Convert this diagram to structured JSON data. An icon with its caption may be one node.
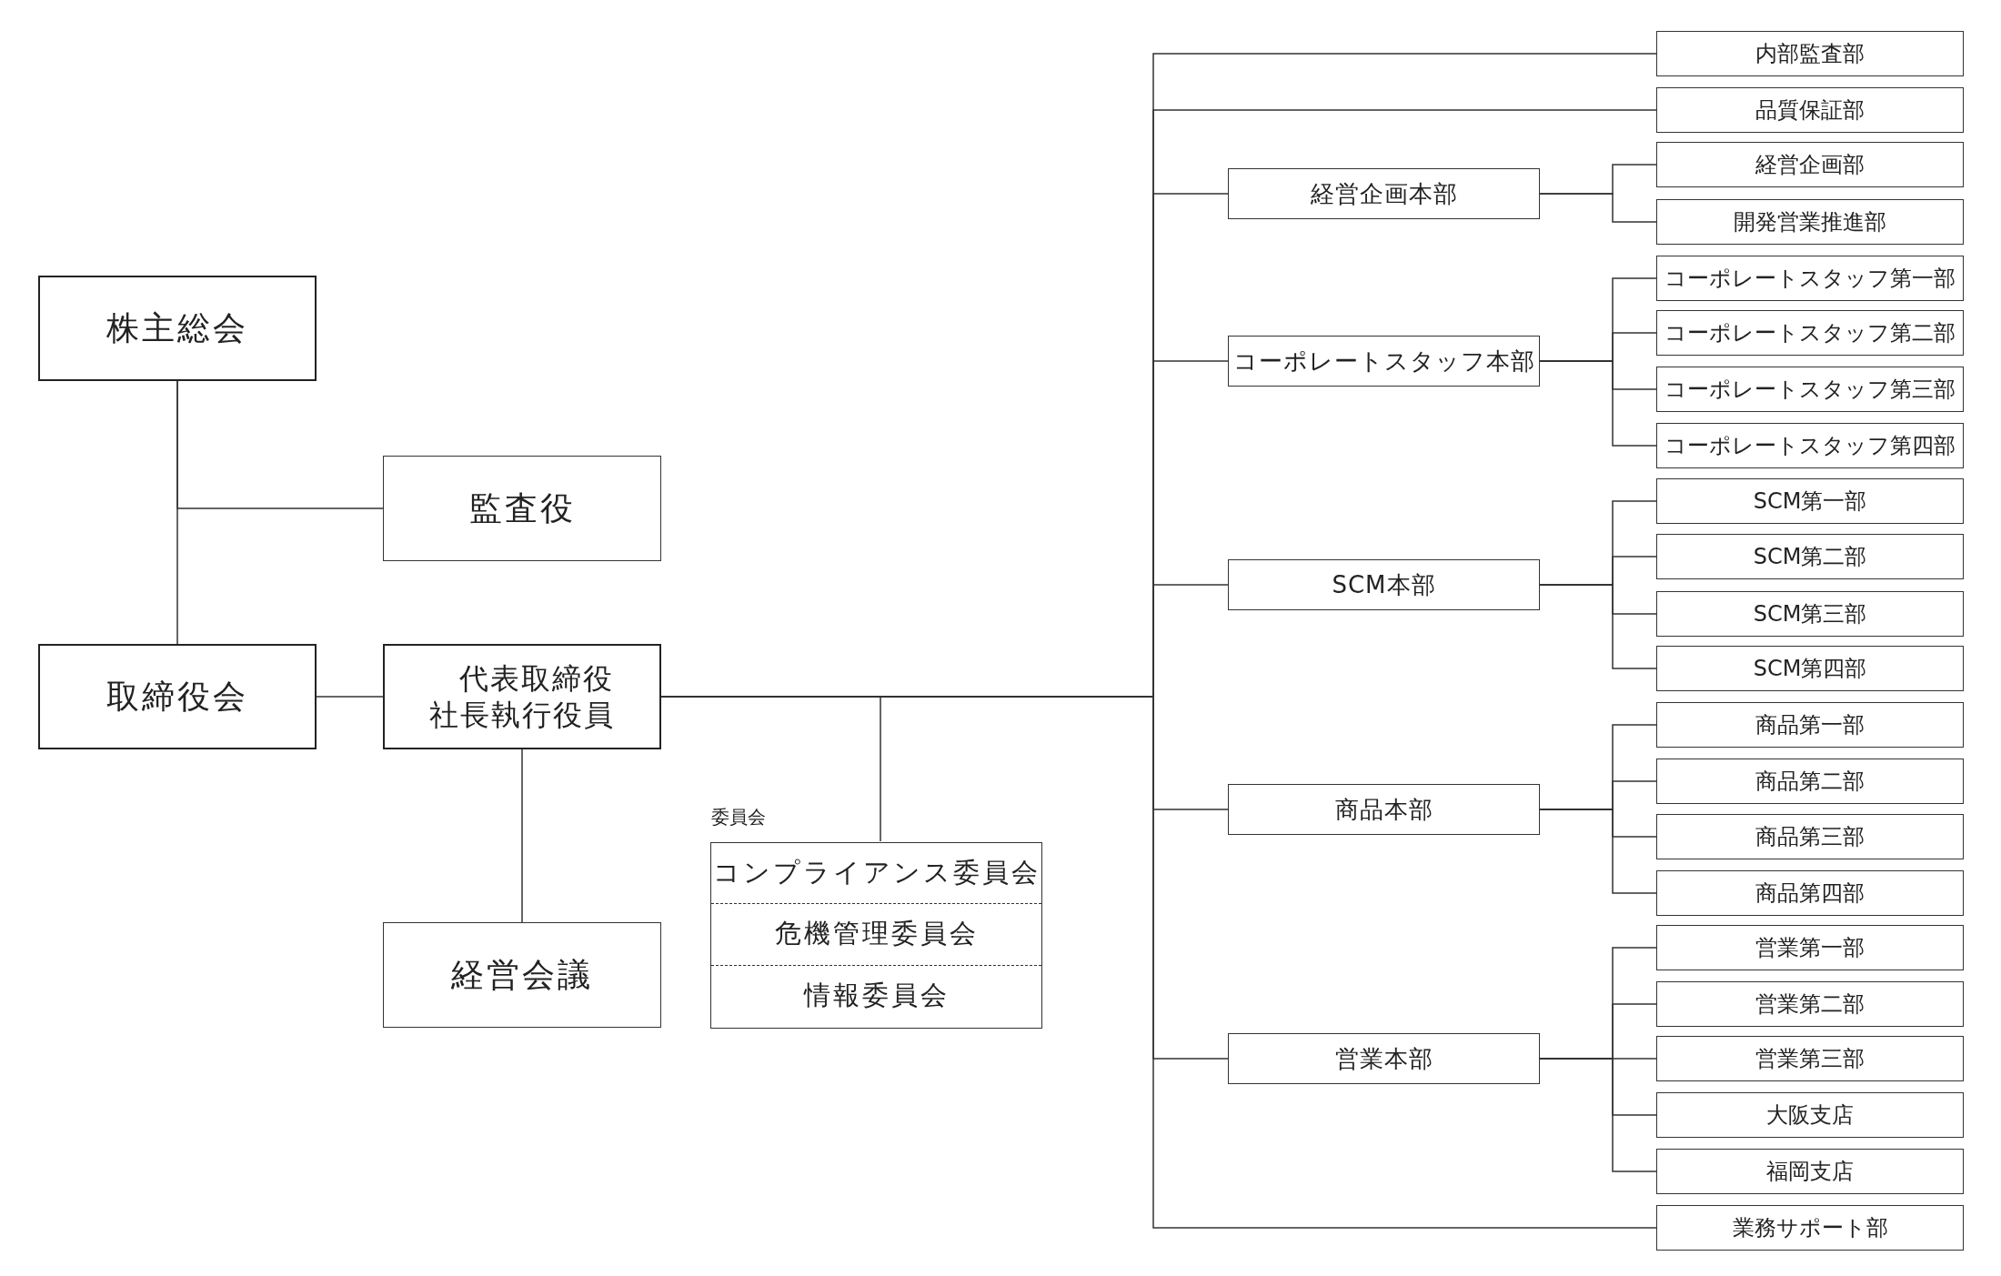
{
  "diagram": {
    "nodes": [
      {
        "text": [
          "株主総会"
        ]
      },
      {
        "text": [
          "監査役"
        ]
      },
      {
        "text": [
          "取締役会"
        ]
      },
      {
        "text": [
          "代表取締役社長執行役員"
        ]
      },
      {
        "text": [
          "経営会議"
        ]
      },
      {
        "text": [
          "委員会"
        ]
      },
      {
        "text": [
          "コンプライアンス委員会"
        ],
        "in": 5
      },
      {
        "text": [
          "危機管理委員会"
        ],
        "in": 5
      },
      {
        "text": [
          "情報委員会"
        ],
        "in": 5
      },
      {
        "text": [
          "内部監査部"
        ]
      },
      {
        "text": [
          "品質保証部"
        ]
      },
      {
        "text": [
          "経営企画本部"
        ]
      },
      {
        "text": [
          "経営企画部"
        ]
      },
      {
        "text": [
          "開発営業推進部"
        ]
      },
      {
        "text": [
          "コーポレートスタッフ本部"
        ]
      },
      {
        "text": [
          "コーポレートスタッフ第一部"
        ]
      },
      {
        "text": [
          "コーポレートスタッフ第二部"
        ]
      },
      {
        "text": [
          "コーポレートスタッフ第三部"
        ]
      },
      {
        "text": [
          "コーポレートスタッフ第四部"
        ]
      },
      {
        "text": [
          "SCM本部"
        ]
      },
      {
        "text": [
          "SCM第一部"
        ]
      },
      {
        "text": [
          "SCM第二部"
        ]
      },
      {
        "text": [
          "SCM第三部"
        ]
      },
      {
        "text": [
          "SCM第四部"
        ]
      },
      {
        "text": [
          "商品本部"
        ]
      },
      {
        "text": [
          "商品第一部"
        ]
      },
      {
        "text": [
          "商品第二部"
        ]
      },
      {
        "text": [
          "商品第三部"
        ]
      },
      {
        "text": [
          "商品第四部"
        ]
      },
      {
        "text": [
          "営業本部"
        ]
      },
      {
        "text": [
          "営業第一部"
        ]
      },
      {
        "text": [
          "営業第二部"
        ]
      },
      {
        "text": [
          "営業第三部"
        ]
      },
      {
        "text": [
          "大阪支店"
        ]
      },
      {
        "text": [
          "福岡支店"
        ]
      },
      {
        "text": [
          "業務サポート部"
        ]
      }
    ],
    "edges": [
      {
        "from": 0,
        "to": 2,
        "arrow": "none"
      },
      {
        "from": 0,
        "to": 1,
        "arrow": "none"
      },
      {
        "from": 2,
        "to": 3,
        "arrow": "none"
      },
      {
        "from": 3,
        "to": 4,
        "arrow": "none"
      },
      {
        "from": 3,
        "to": 5,
        "arrow": "none"
      },
      {
        "from": 3,
        "to": 9,
        "arrow": "none"
      },
      {
        "from": 3,
        "to": 10,
        "arrow": "none"
      },
      {
        "from": 3,
        "to": 11,
        "arrow": "none"
      },
      {
        "from": 3,
        "to": 14,
        "arrow": "none"
      },
      {
        "from": 3,
        "to": 19,
        "arrow": "none"
      },
      {
        "from": 3,
        "to": 24,
        "arrow": "none"
      },
      {
        "from": 3,
        "to": 29,
        "arrow": "none"
      },
      {
        "from": 3,
        "to": 35,
        "arrow": "none"
      },
      {
        "from": 11,
        "to": 12,
        "arrow": "none"
      },
      {
        "from": 11,
        "to": 13,
        "arrow": "none"
      },
      {
        "from": 14,
        "to": 15,
        "arrow": "none"
      },
      {
        "from": 14,
        "to": 16,
        "arrow": "none"
      },
      {
        "from": 14,
        "to": 17,
        "arrow": "none"
      },
      {
        "from": 14,
        "to": 18,
        "arrow": "none"
      },
      {
        "from": 19,
        "to": 20,
        "arrow": "none"
      },
      {
        "from": 19,
        "to": 21,
        "arrow": "none"
      },
      {
        "from": 19,
        "to": 22,
        "arrow": "none"
      },
      {
        "from": 19,
        "to": 23,
        "arrow": "none"
      },
      {
        "from": 24,
        "to": 25,
        "arrow": "none"
      },
      {
        "from": 24,
        "to": 26,
        "arrow": "none"
      },
      {
        "from": 24,
        "to": 27,
        "arrow": "none"
      },
      {
        "from": 24,
        "to": 28,
        "arrow": "none"
      },
      {
        "from": 29,
        "to": 30,
        "arrow": "none"
      },
      {
        "from": 29,
        "to": 31,
        "arrow": "none"
      },
      {
        "from": 29,
        "to": 32,
        "arrow": "none"
      },
      {
        "from": 29,
        "to": 33,
        "arrow": "none"
      },
      {
        "from": 29,
        "to": 34,
        "arrow": "none"
      }
    ]
  }
}
